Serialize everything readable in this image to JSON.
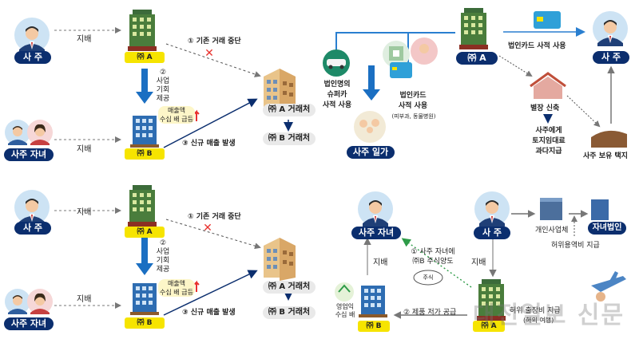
{
  "colors": {
    "navy": "#0b2e6e",
    "arrow_blue": "#1b6fc2",
    "yellow": "#f6e400",
    "red": "#e8322e",
    "line_blue": "#2a7fd0"
  },
  "q1": {
    "owner": "사 주",
    "owner_child": "사주 자녀",
    "control1": "지배",
    "control2": "지배",
    "company_a": "㈜ A",
    "company_b": "㈜ B",
    "step1": "① 기존 거래 중단",
    "step2_num": "②",
    "step2_lines": [
      "사업",
      "기회",
      "제공"
    ],
    "sales_lines": [
      "매출액",
      "수십 배 급등"
    ],
    "step3": "③ 신규 매출 발생",
    "client_a": "㈜ A 거래처",
    "client_b": "㈜ B 거래처"
  },
  "q2": {
    "company_a": "㈜ A",
    "owner": "사 주",
    "supercar_lines": [
      "법인명의",
      "슈퍼카",
      "사적 사용"
    ],
    "card_lines": [
      "법인카드",
      "사적 사용"
    ],
    "card_note": "(피부과, 동물병원)",
    "family": "사주 일가",
    "card_top": "법인카드 사적 사용",
    "villa": "별장 신축",
    "villa_sub_lines": [
      "사주에게",
      "토지임대료",
      "과다지급"
    ],
    "land": "사주 보유 택지"
  },
  "q3": {
    "owner": "사 주",
    "owner_child": "사주 자녀",
    "control1": "지배",
    "control2": "지배",
    "company_a": "㈜ A",
    "company_b": "㈜ B",
    "step1": "① 기존 거래 중단",
    "step2_num": "②",
    "step2_lines": [
      "사업",
      "기회",
      "제공"
    ],
    "sales_lines": [
      "매출액",
      "수십 배 급등"
    ],
    "step3": "③ 신규 매출 발생",
    "client_a": "㈜ A 거래처",
    "client_b": "㈜ B 거래처"
  },
  "q4": {
    "owner_child": "사주 자녀",
    "control_left": "지배",
    "transfer_lines": [
      "① 사주 자녀에",
      "㈜B 주식양도"
    ],
    "stock": "주식",
    "profit_lines": [
      "영업익",
      "수십 배"
    ],
    "company_b": "㈜ B",
    "supply": "② 제품 저가 공급",
    "owner": "사 주",
    "control_right": "지배",
    "company_a": "㈜ A",
    "private_biz": "개인사업체",
    "child_corp": "자녀법인",
    "fake_service": "허위용역비 지급",
    "fake_travel": "허위 출장비 지급",
    "travel_note": "(해외 여행)"
  },
  "watermark": "대전일보 신문"
}
